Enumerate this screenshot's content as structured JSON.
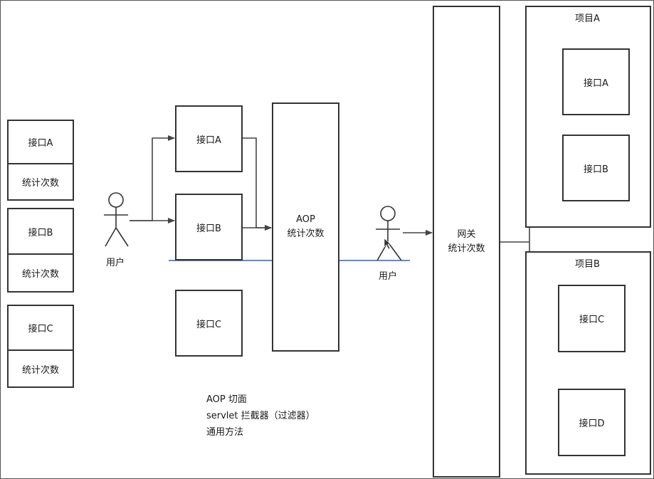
{
  "left_stack": [
    {
      "api": "接口A",
      "stat": "统计次数"
    },
    {
      "api": "接口B",
      "stat": "统计次数"
    },
    {
      "api": "接口C",
      "stat": "统计次数"
    }
  ],
  "mid": {
    "user_label": "用户",
    "apis": [
      "接口A",
      "接口B",
      "接口C"
    ],
    "aop_line1": "AOP",
    "aop_line2": "统计次数"
  },
  "right": {
    "user_label": "用户",
    "gateway_line1": "网关",
    "gateway_line2": "统计次数",
    "project_a": {
      "title": "项目A",
      "apis": [
        "接口A",
        "接口B"
      ]
    },
    "project_b": {
      "title": "项目B",
      "apis": [
        "接口C",
        "接口D"
      ]
    }
  },
  "notes": [
    "AOP 切面",
    "servlet 拦截器（过滤器）",
    "通用方法"
  ],
  "colors": {
    "stroke": "#333333",
    "blue_line": "#3a5fa8"
  }
}
